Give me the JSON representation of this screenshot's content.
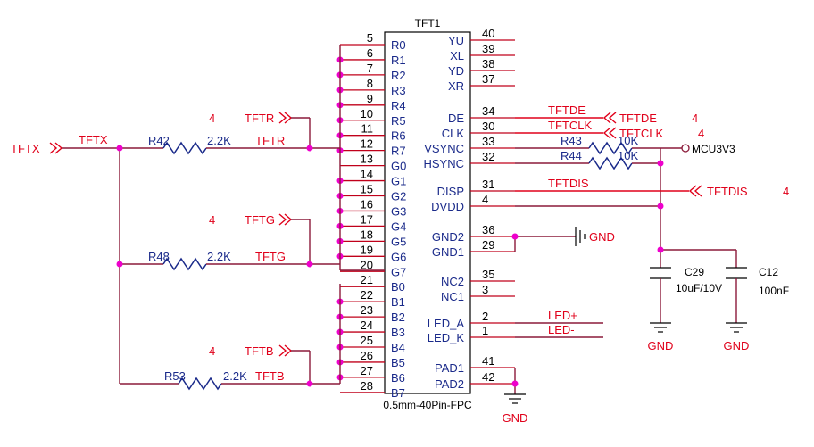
{
  "component": {
    "ref": "TFT1",
    "package": "0.5mm-40Pin-FPC"
  },
  "left_pins": [
    {
      "num": "5",
      "name": "R0"
    },
    {
      "num": "6",
      "name": "R1"
    },
    {
      "num": "7",
      "name": "R2"
    },
    {
      "num": "8",
      "name": "R3"
    },
    {
      "num": "9",
      "name": "R4"
    },
    {
      "num": "10",
      "name": "R5"
    },
    {
      "num": "11",
      "name": "R6"
    },
    {
      "num": "12",
      "name": "R7"
    },
    {
      "num": "13",
      "name": "G0"
    },
    {
      "num": "14",
      "name": "G1"
    },
    {
      "num": "15",
      "name": "G2"
    },
    {
      "num": "16",
      "name": "G3"
    },
    {
      "num": "17",
      "name": "G4"
    },
    {
      "num": "18",
      "name": "G5"
    },
    {
      "num": "19",
      "name": "G6"
    },
    {
      "num": "20",
      "name": "G7"
    },
    {
      "num": "21",
      "name": "B0"
    },
    {
      "num": "22",
      "name": "B1"
    },
    {
      "num": "23",
      "name": "B2"
    },
    {
      "num": "24",
      "name": "B3"
    },
    {
      "num": "25",
      "name": "B4"
    },
    {
      "num": "26",
      "name": "B5"
    },
    {
      "num": "27",
      "name": "B6"
    },
    {
      "num": "28",
      "name": "B7"
    }
  ],
  "right_pins": [
    {
      "num": "40",
      "name": "YU"
    },
    {
      "num": "39",
      "name": "XL"
    },
    {
      "num": "38",
      "name": "YD"
    },
    {
      "num": "37",
      "name": "XR"
    },
    {
      "num": "34",
      "name": "DE"
    },
    {
      "num": "30",
      "name": "CLK"
    },
    {
      "num": "33",
      "name": "VSYNC"
    },
    {
      "num": "32",
      "name": "HSYNC"
    },
    {
      "num": "31",
      "name": "DISP"
    },
    {
      "num": "4",
      "name": "DVDD"
    },
    {
      "num": "36",
      "name": "GND2"
    },
    {
      "num": "29",
      "name": "GND1"
    },
    {
      "num": "35",
      "name": "NC2"
    },
    {
      "num": "3",
      "name": "NC1"
    },
    {
      "num": "2",
      "name": "LED_A"
    },
    {
      "num": "1",
      "name": "LED_K"
    },
    {
      "num": "41",
      "name": "PAD1"
    },
    {
      "num": "42",
      "name": "PAD2"
    }
  ],
  "resistors": [
    {
      "ref": "R42",
      "value": "2.2K",
      "net": "TFTR"
    },
    {
      "ref": "R48",
      "value": "2.2K",
      "net": "TFTG"
    },
    {
      "ref": "R53",
      "value": "2.2K",
      "net": "TFTB"
    },
    {
      "ref": "R43",
      "value": "10K"
    },
    {
      "ref": "R44",
      "value": "10K"
    }
  ],
  "capacitors": [
    {
      "ref": "C29",
      "value": "10uF/10V"
    },
    {
      "ref": "C12",
      "value": "100nF"
    }
  ],
  "ports": {
    "tftx": "TFTX",
    "tftr": "TFTR",
    "tftg": "TFTG",
    "tftb": "TFTB",
    "tftde": "TFTDE",
    "tftclk": "TFTCLK",
    "tftdis": "TFTDIS",
    "mcu": "MCU3V3"
  },
  "sheet_refs": {
    "tftr": "4",
    "tftg": "4",
    "tftb": "4",
    "tftde": "4",
    "tftclk": "4",
    "tftdis": "4"
  },
  "nets": {
    "tftx": "TFTX",
    "tftde": "TFTDE",
    "tftclk": "TFTCLK",
    "tftdis": "TFTDIS",
    "led_plus": "LED+",
    "led_minus": "LED-"
  },
  "power": {
    "gnd": "GND"
  },
  "colors": {
    "wire": "#8b1a3a",
    "red": "#e0001a",
    "junction": "#ee00cc",
    "label": "#1a2a8a"
  }
}
